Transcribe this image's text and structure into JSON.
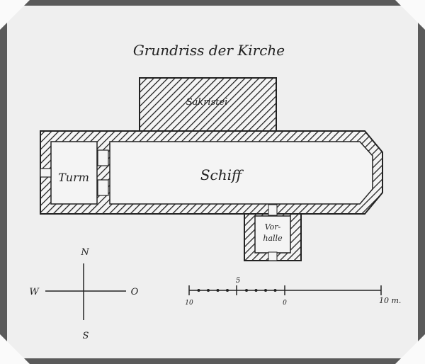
{
  "title": "Grundriss der Kirche",
  "rooms": {
    "sacristy": "Sakristei",
    "tower": "Turm",
    "nave": "Schiff",
    "porch_line1": "Vor-",
    "porch_line2": "halle"
  },
  "compass": {
    "north": "N",
    "west": "W",
    "east": "O",
    "south": "S"
  },
  "scale": {
    "left": "10",
    "mid": "5",
    "zero": "0",
    "right": "10 m."
  },
  "colors": {
    "paper": "#efefef",
    "ink": "#222222",
    "frame": "#5a5a5a"
  }
}
